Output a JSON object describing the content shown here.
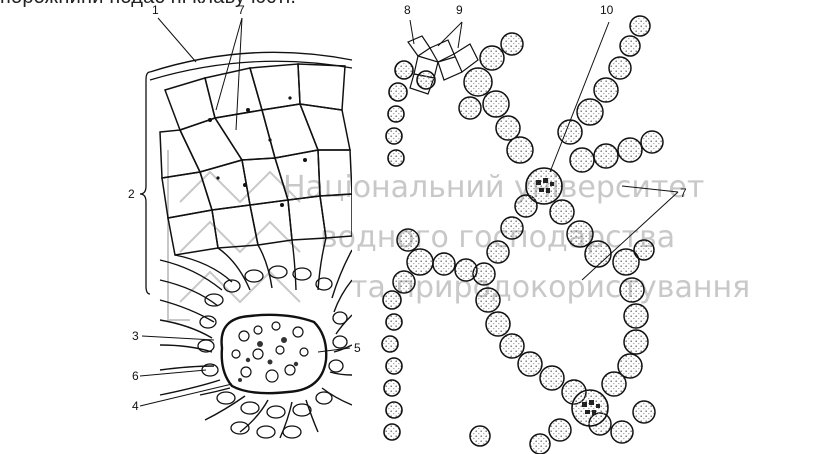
{
  "caption": "порожнини подає ні клаву юсті.",
  "labels": {
    "l1": "1",
    "l2": "2",
    "l3": "3",
    "l4": "4",
    "l5": "5",
    "l6": "6",
    "l7a": "7",
    "l7b": "7",
    "l8": "8",
    "l9": "9",
    "l10": "10"
  },
  "watermark": {
    "line1": "Національний університет",
    "line2": "водного господарства",
    "line3": "та природокористування"
  },
  "colors": {
    "ink": "#111111",
    "stipple": "#9a9a9a",
    "watermark": "#c8c8c8"
  }
}
